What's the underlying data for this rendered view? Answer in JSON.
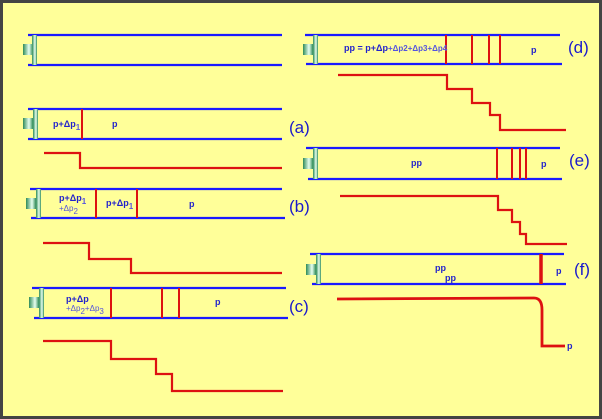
{
  "title": "Pressure wave steepening in a tube driven by a piston",
  "colors": {
    "background": "#ffff99",
    "tube": "#1a1aff",
    "wave": "#dd1111",
    "label": "#2222cc",
    "piston": "#2e8b57"
  },
  "panels": {
    "a": {
      "tag": "(a)",
      "label1": "p+Δp",
      "label1_sub": "1",
      "label2": "p"
    },
    "b": {
      "tag": "(b)",
      "label1": "p+Δp",
      "label1_sub": "1",
      "label1_extra": "+Δp",
      "label1_extra_sub": "2",
      "label2": "p+Δp",
      "label2_sub": "1",
      "label3": "p"
    },
    "c": {
      "tag": "(c)",
      "label1": "p+Δp",
      "label1_extra": "+Δp",
      "label1_extra_sub2": "2",
      "label1_extra3": "+Δp",
      "label1_extra_sub3": "3",
      "label2": "p"
    },
    "d": {
      "tag": "(d)",
      "label1": "pp = p+Δp",
      "label1_extra": "+Δp2+Δp3+Δp4",
      "label2": "p"
    },
    "e": {
      "tag": "(e)",
      "label1": "pp",
      "label2": "p"
    },
    "f": {
      "tag": "(f)",
      "label1": "pp",
      "label1b": "pp",
      "label2": "p",
      "curve_label": "p"
    }
  }
}
